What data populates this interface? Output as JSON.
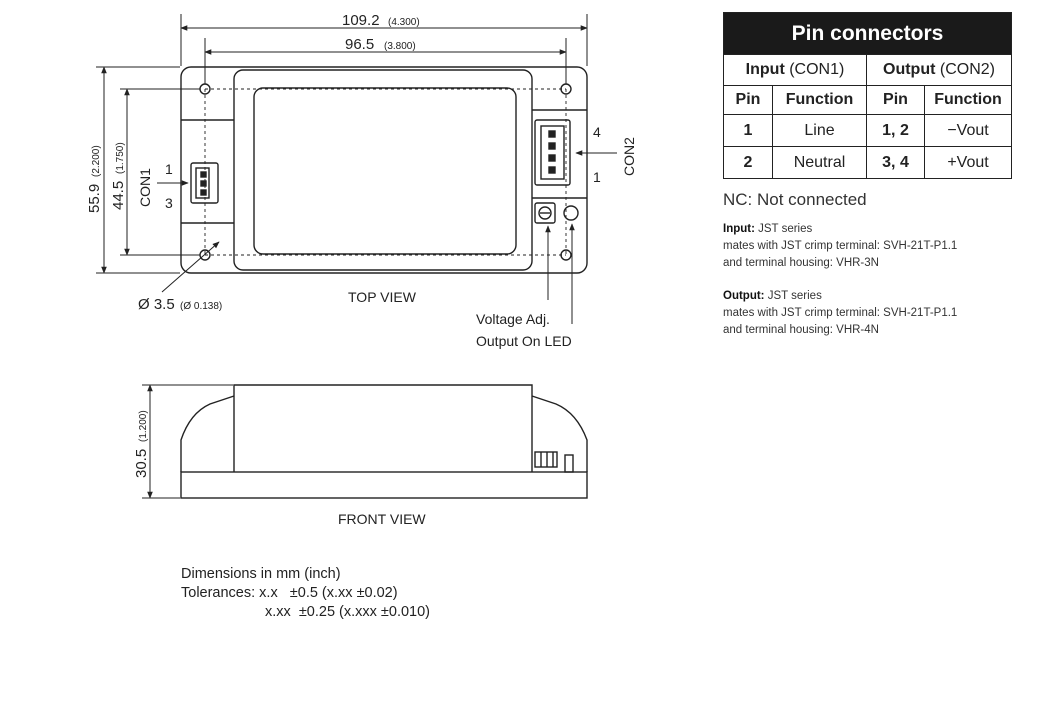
{
  "top_view": {
    "dim_overall_mm": "109.2",
    "dim_overall_in": "(4.300)",
    "dim_holes_mm": "96.5",
    "dim_holes_in": "(3.800)",
    "dim_height_mm": "55.9",
    "dim_height_in": "(2.200)",
    "dim_hole_height_mm": "44.5",
    "dim_hole_height_in": "(1.750)",
    "hole_mm": "Ø 3.5",
    "hole_in": "(Ø 0.138)",
    "con1_label": "CON1",
    "con1_pin_top": "1",
    "con1_pin_bottom": "3",
    "con2_label": "CON2",
    "con2_pin_top": "4",
    "con2_pin_bottom": "1",
    "view_label": "TOP VIEW",
    "voltage_adj_label": "Voltage Adj.",
    "led_label": "Output On LED"
  },
  "front_view": {
    "dim_height_mm": "30.5",
    "dim_height_in": "(1.200)",
    "view_label": "FRONT VIEW"
  },
  "pin_table": {
    "title": "Pin connectors",
    "input_bold": "Input",
    "input_rest": " (CON1)",
    "output_bold": "Output",
    "output_rest": " (CON2)",
    "headers": [
      "Pin",
      "Function",
      "Pin",
      "Function"
    ],
    "rows": [
      {
        "in_pin": "1",
        "in_func": "Line",
        "out_pin": "1, 2",
        "out_func": "−Vout"
      },
      {
        "in_pin": "2",
        "in_func": "Neutral",
        "out_pin": "3, 4",
        "out_func": "+Vout"
      }
    ]
  },
  "nc_note": "NC: Not connected",
  "input_note": {
    "bold": "Input:",
    "series": " JST series",
    "line1": "mates with JST crimp terminal: SVH-21T-P1.1",
    "line2": "and terminal housing: VHR-3N"
  },
  "output_note": {
    "bold": "Output:",
    "series": " JST series",
    "line1": "mates with JST crimp terminal: SVH-21T-P1.1",
    "line2": "and terminal housing: VHR-4N"
  },
  "dimensions_note": {
    "line1": "Dimensions in mm (inch)",
    "line2": "Tolerances: x.x   ±0.5 (x.xx ±0.02)",
    "line3": "x.xx  ±0.25 (x.xxx ±0.010)"
  }
}
